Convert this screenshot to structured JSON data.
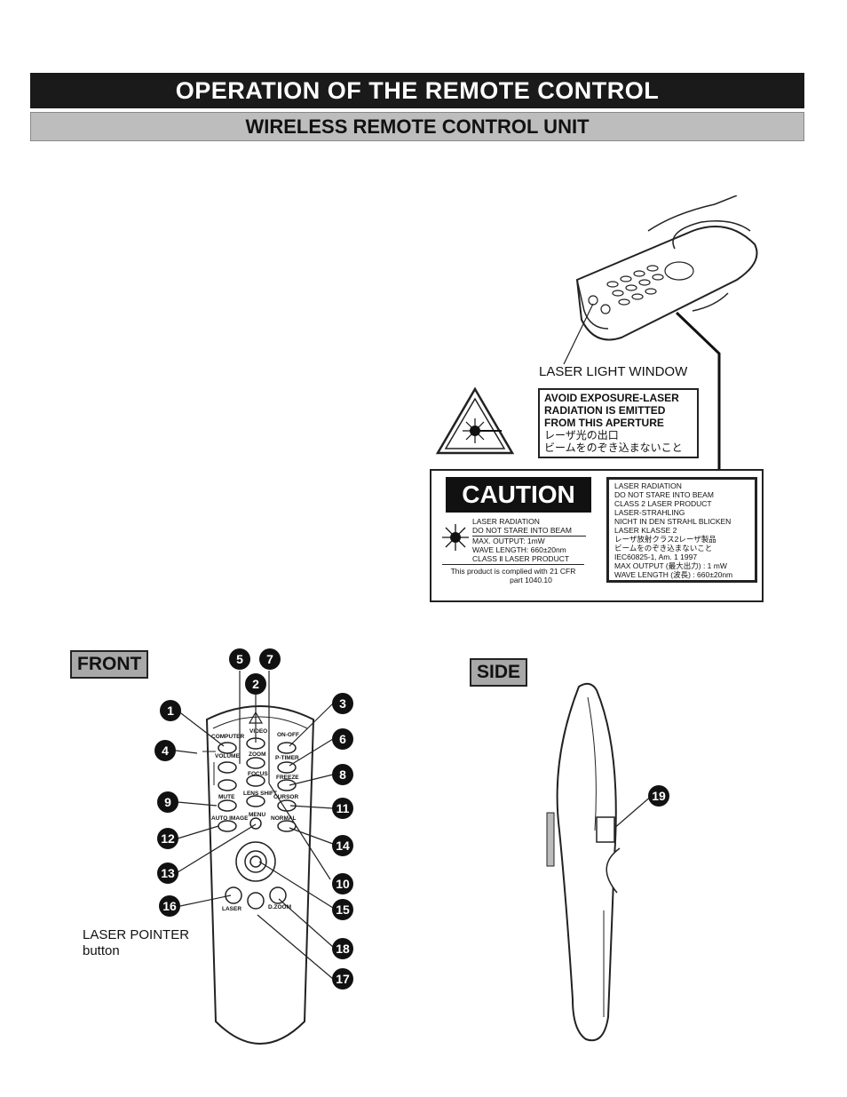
{
  "header": {
    "title": "OPERATION OF THE REMOTE CONTROL",
    "subtitle": "WIRELESS REMOTE CONTROL UNIT"
  },
  "laser_window_label": "LASER LIGHT WINDOW",
  "warning_label": {
    "line1": "AVOID EXPOSURE-LASER",
    "line2": "RADIATION IS EMITTED",
    "line3": "FROM THIS APERTURE",
    "line4": "レーザ光の出口",
    "line5": "ビームをのぞき込まないこと"
  },
  "caution": {
    "title": "CAUTION",
    "l1": "LASER RADIATION",
    "l2": "DO NOT STARE INTO BEAM",
    "l3": "MAX. OUTPUT: 1mW",
    "l4": "WAVE LENGTH: 660±20nm",
    "l5": "CLASS Ⅱ LASER PRODUCT",
    "l6": "This product is complied with 21 CFR",
    "l7": "part 1040.10"
  },
  "right_panel": [
    "LASER RADIATION",
    "DO NOT STARE INTO BEAM",
    "CLASS 2 LASER PRODUCT",
    "LASER-STRAHLING",
    "NICHT IN DEN STRAHL BLICKEN",
    "LASER KLASSE 2",
    "レーザ放射クラス2レーザ製品",
    "ビームをのぞき込まないこと",
    "IEC60825-1, Am. 1 1997",
    "MAX OUTPUT (最大出力) : 1 mW",
    "WAVE LENGTH (波長) : 660±20nm"
  ],
  "front_tag": "FRONT",
  "side_tag": "SIDE",
  "laser_pointer_label": {
    "line1": "LASER POINTER",
    "line2": "button"
  },
  "buttons": {
    "computer": "COMPUTER",
    "video": "VIDEO",
    "onoff": "ON-OFF",
    "volume": "VOLUME",
    "zoom": "ZOOM",
    "ptimer": "P-TIMER",
    "focus": "FOCUS",
    "freeze": "FREEZE",
    "mute": "MUTE",
    "lensshift": "LENS SHIFT",
    "cursor": "CURSOR",
    "autoimage": "AUTO IMAGE",
    "menu": "MENU",
    "normal": "NORMAL",
    "laser": "LASER",
    "dzoom": "D.ZOOM"
  },
  "callouts": [
    "1",
    "2",
    "3",
    "4",
    "5",
    "6",
    "7",
    "8",
    "9",
    "10",
    "11",
    "12",
    "13",
    "14",
    "15",
    "16",
    "17",
    "18",
    "19"
  ]
}
